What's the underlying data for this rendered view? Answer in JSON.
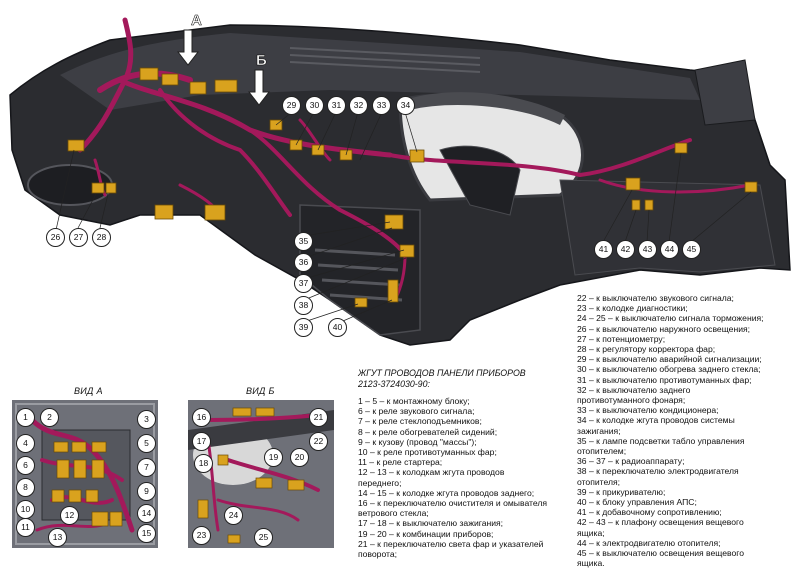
{
  "diagram": {
    "view_labels": {
      "view_a": "А",
      "view_b": "Б"
    },
    "callouts_main": [
      "26",
      "27",
      "28",
      "29",
      "30",
      "31",
      "32",
      "33",
      "34",
      "35",
      "36",
      "37",
      "38",
      "39",
      "40",
      "41",
      "42",
      "43",
      "44",
      "45"
    ],
    "title_line1": "ЖГУТ ПРОВОДОВ ПАНЕЛИ ПРИБОРОВ",
    "title_line2": "2123-3724030-90:",
    "inset_a": {
      "title": "ВИД А",
      "callouts": [
        "1",
        "2",
        "3",
        "4",
        "5",
        "6",
        "7",
        "8",
        "9",
        "10",
        "11",
        "12",
        "13",
        "14",
        "15"
      ]
    },
    "inset_b": {
      "title": "ВИД Б",
      "callouts": [
        "16",
        "17",
        "18",
        "19",
        "20",
        "21",
        "22",
        "23",
        "24",
        "25"
      ]
    },
    "legend_left": [
      "1 – 5 – к монтажному блоку;",
      "6 – к реле звукового сигнала;",
      "7 – к реле стеклоподъемников;",
      "8 – к реле обогревателей сидений;",
      "9 – к кузову (провод \"массы\");",
      "10 – к реле противотуманных фар;",
      "11 – к реле стартера;",
      "12 – 13 – к колодкам жгута проводов",
      "переднего;",
      "14 – 15 – к колодке жгута проводов заднего;",
      "16 – к переключателю очистителя и омывателя",
      "ветрового стекла;",
      "17 – 18 – к выключателю зажигания;",
      "19 – 20 – к комбинации приборов;",
      "21 – к переключателю света фар и указателей",
      "поворота;"
    ],
    "legend_right": [
      "22 – к выключателю звукового сигнала;",
      "23 – к колодке диагностики;",
      "24 – 25 – к выключателю сигнала торможения;",
      "26 – к выключателю наружного освещения;",
      "27 – к потенциометру;",
      "28 – к регулятору корректора фар;",
      "29 – к выключателю аварийной сигнализации;",
      "30 – к выключателю обогрева заднего стекла;",
      "31 – к выключателю противотуманных фар;",
      "32 – к выключателю заднего",
      "противотуманного фонаря;",
      "33 – к выключателю кондиционера;",
      "34 – к колодке жгута проводов системы",
      "зажигания;",
      "35 – к лампе подсветки табло управления",
      "отопителем;",
      "36 – 37 – к радиоаппарату;",
      "38 – к переключателю электродвигателя",
      "отопителя;",
      "39 – к прикуривателю;",
      "40 – к блоку управления АПС;",
      "41 – к добавочному сопротивлению;",
      "42 – 43 – к плафону освещения вещевого",
      "ящика;",
      "44 – к электродвигателю отопителя;",
      "45 – к выключателю освещения вещевого",
      "ящика."
    ],
    "colors": {
      "panel": "#2b2c30",
      "panel_light": "#4a4b50",
      "harness": "#a3195b",
      "connector": "#d9a21e",
      "inset_bg": "#6e7078"
    }
  }
}
